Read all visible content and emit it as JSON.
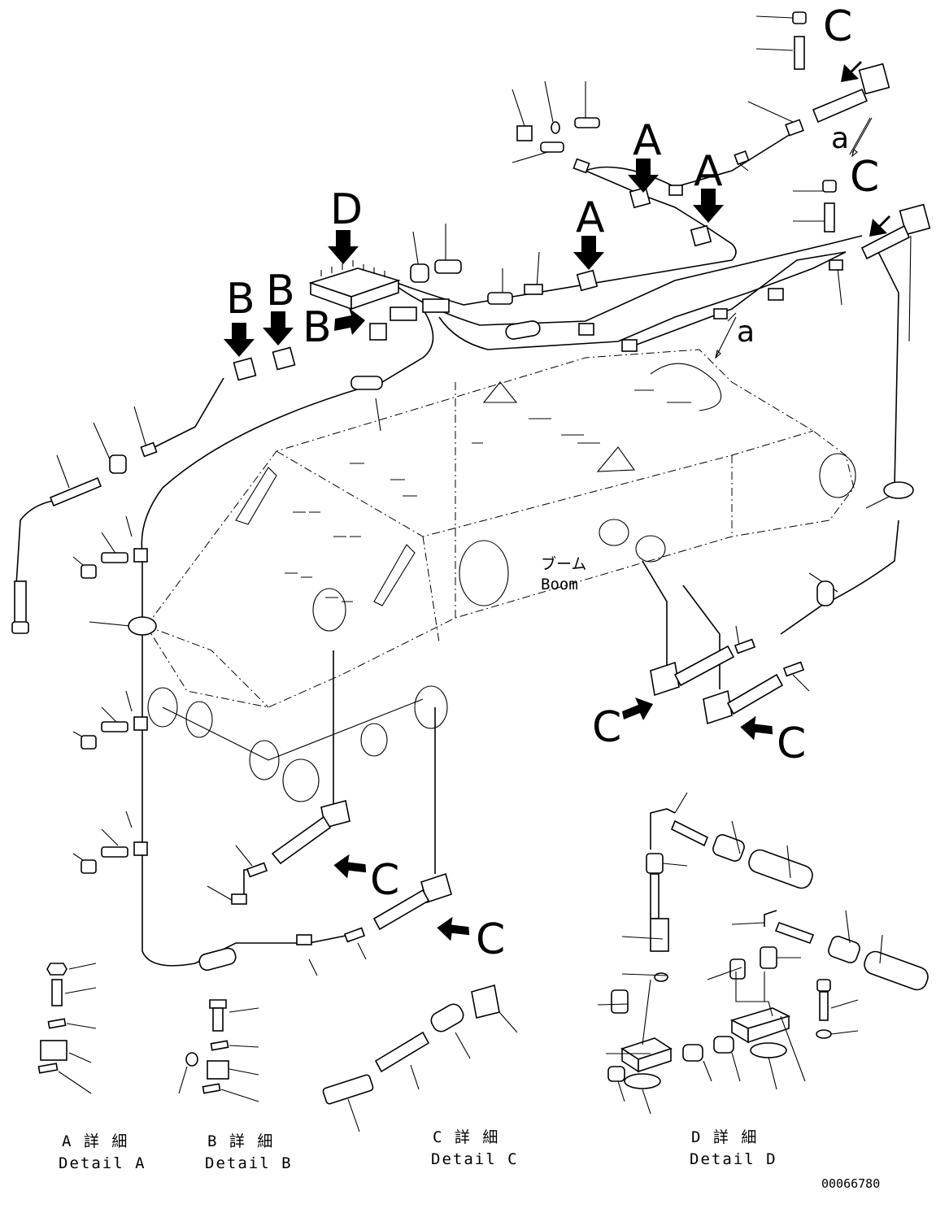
{
  "labels": {
    "boom_jp": "ブーム",
    "boom_en": "Boom",
    "a": "A",
    "b": "B",
    "c": "C",
    "d": "D",
    "a_lower": "a"
  },
  "details": [
    {
      "jp": "A 詳 細",
      "en": "Detail A"
    },
    {
      "jp": "B 詳 細",
      "en": "Detail B"
    },
    {
      "jp": "C 詳 細",
      "en": "Detail C"
    },
    {
      "jp": "D 詳 細",
      "en": "Detail D"
    }
  ],
  "reference_number": "00066780"
}
